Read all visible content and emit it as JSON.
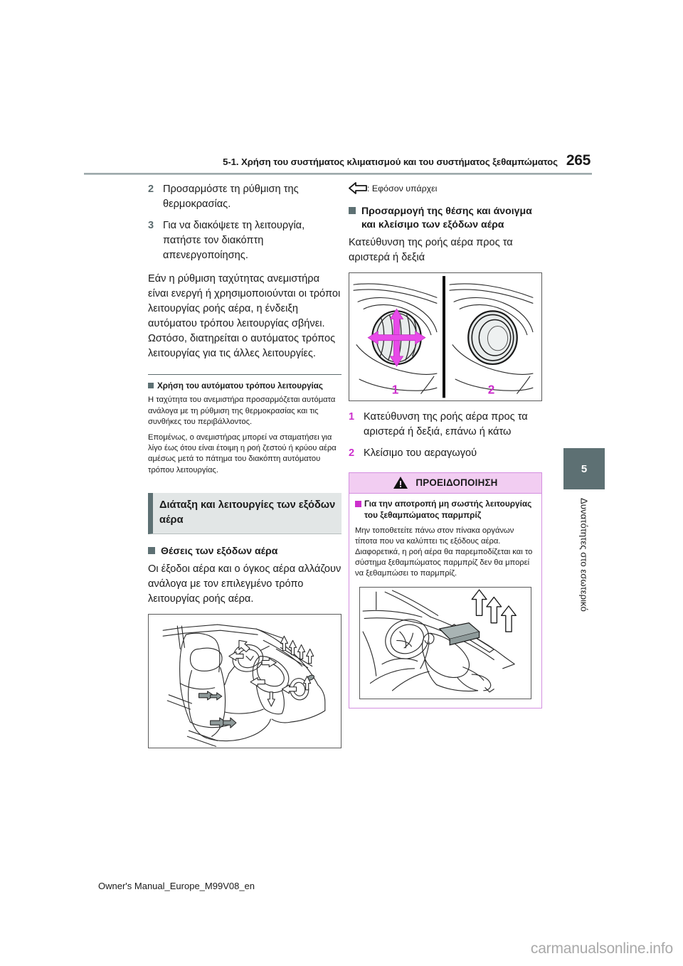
{
  "header": {
    "title": "5-1. Χρήση του συστήματος κλιματισμού και του συστήματος ξεθαμπώματος",
    "page_number": "265"
  },
  "left_column": {
    "steps": [
      {
        "num": "2",
        "text": "Προσαρμόστε τη ρύθμιση της θερμοκρασίας."
      },
      {
        "num": "3",
        "text": "Για να διακόψετε τη λειτουργία, πατήστε τον διακόπτη απενεργοποίησης."
      }
    ],
    "paragraph": "Εάν η ρύθμιση ταχύτητας ανεμιστήρα είναι ενεργή ή χρησιμοποιούνται οι τρόποι λειτουργίας ροής αέρα, η ένδειξη αυτόματου τρόπου λειτουργίας σβήνει. Ωστόσο, διατηρείται ο αυτόματος τρόπος λειτουργίας για τις άλλες λειτουργίες.",
    "note_heading": "Χρήση του αυτόματου τρόπου λειτουργίας",
    "note_paragraphs": [
      "Η ταχύτητα του ανεμιστήρα προσαρμόζεται αυτόματα ανάλογα με τη ρύθμιση της θερμοκρασίας και τις συνθήκες του περιβάλλοντος.",
      "Επομένως, ο ανεμιστήρας μπορεί να σταματήσει για λίγο έως ότου είναι έτοιμη η ροή ζεστού ή κρύου αέρα αμέσως μετά το πάτημα του διακόπτη αυτόματου τρόπου λειτουργίας."
    ],
    "section_banner": "Διάταξη και λειτουργίες των εξόδων αέρα",
    "subsection_heading": "Θέσεις των εξόδων αέρα",
    "subsection_paragraph": "Οι έξοδοι αέρα και ο όγκος αέρα αλλάζουν ανάλογα με τον επιλεγμένο τρόπο λειτουργίας ροής αέρα.",
    "figure_name": "cabin-air-outlets-illustration"
  },
  "right_column": {
    "legend_text": ": Εφόσον υπάρχει",
    "legend_icon": "left-arrow-outline-icon",
    "subsection_heading": "Προσαρμογή της θέσης και άνοιγμα και κλείσιμο των εξόδων αέρα",
    "subsection_paragraph": "Κατεύθυνση της ροής αέρα προς τα αριστερά ή δεξιά",
    "figure_name": "round-air-vent-illustration",
    "figure_labels": [
      "1",
      "2"
    ],
    "callouts": [
      {
        "num": "1",
        "text": "Κατεύθυνση της ροής αέρα προς τα αριστερά ή δεξιά, επάνω ή κάτω"
      },
      {
        "num": "2",
        "text": "Κλείσιμο του αεραγωγού"
      }
    ],
    "warning": {
      "icon": "warning-triangle-icon",
      "title": "ΠΡΟΕΙΔΟΠΟΙΗΣΗ",
      "subheading": "Για την αποτροπή μη σωστής λειτουργίας του ξεθαμπώματος παρμπρίζ",
      "body": "Μην τοποθετείτε πάνω στον πίνακα οργάνων τίποτα που να καλύπτει τις εξόδους αέρα. Διαφορετικά, η ροή αέρα θα παρεμποδίζεται και το σύστημα ξεθαμπώματος παρμπρίζ δεν θα μπορεί να ξεθαμπώσει το παρμπρίζ.",
      "figure_name": "obstructed-defogger-vent-illustration"
    }
  },
  "chapter_tab": {
    "number": "5",
    "label": "Δυνατότητες στο εσωτερικό"
  },
  "footer": {
    "text": "Owner's Manual_Europe_M99V08_en"
  },
  "watermark": {
    "text": "carmanualsonline.info"
  },
  "colors": {
    "accent_teal": "#5d7073",
    "magenta": "#cc2fcc",
    "warning_header_bg": "#f2cdf2",
    "warning_border": "#d48fe0",
    "banner_bg": "#e2e6e6"
  }
}
